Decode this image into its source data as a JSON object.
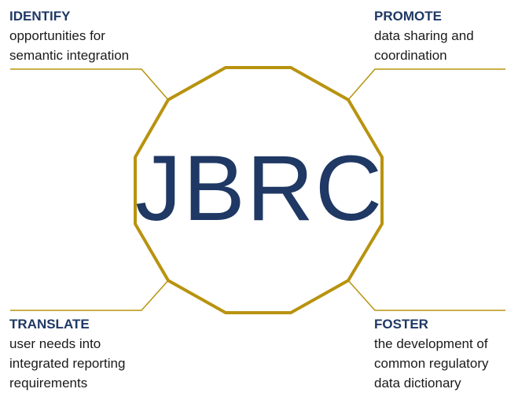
{
  "center_label": "JBRC",
  "colors": {
    "accent": "#b8930f",
    "heading": "#1f3864"
  },
  "blocks": {
    "identify": {
      "heading": "IDENTIFY",
      "lines": [
        "opportunities for",
        "semantic integration"
      ]
    },
    "promote": {
      "heading": "PROMOTE",
      "lines": [
        "data sharing and",
        "coordination"
      ]
    },
    "translate": {
      "heading": "TRANSLATE",
      "lines": [
        "user needs into",
        "integrated reporting",
        "requirements"
      ]
    },
    "foster": {
      "heading": "FOSTER",
      "lines": [
        "the development of",
        "common regulatory",
        "data dictionary"
      ]
    }
  }
}
